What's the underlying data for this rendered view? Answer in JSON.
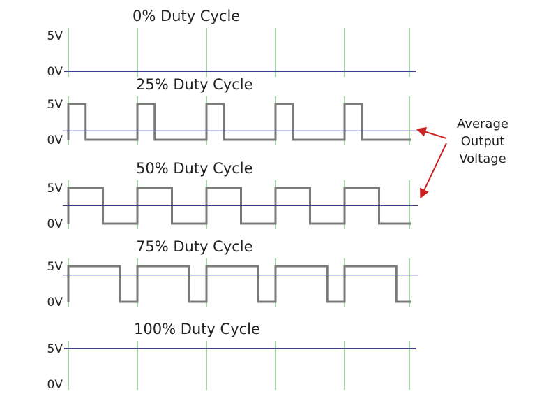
{
  "colors": {
    "grid": "#4caa4c",
    "signal": "#7a7a7a",
    "average": "#3d3d8a",
    "arrow": "#cc1f1f",
    "text": "#222222"
  },
  "voltage_levels": {
    "high": "5V",
    "low": "0V"
  },
  "annotation": {
    "lines": [
      "Average",
      "Output",
      "Voltage"
    ]
  },
  "panels": [
    {
      "title": "0% Duty Cycle",
      "duty": 0
    },
    {
      "title": "25% Duty Cycle",
      "duty": 0.25
    },
    {
      "title": "50% Duty Cycle",
      "duty": 0.5
    },
    {
      "title": "75% Duty Cycle",
      "duty": 0.75
    },
    {
      "title": "100% Duty Cycle",
      "duty": 1
    }
  ],
  "periods": 5
}
